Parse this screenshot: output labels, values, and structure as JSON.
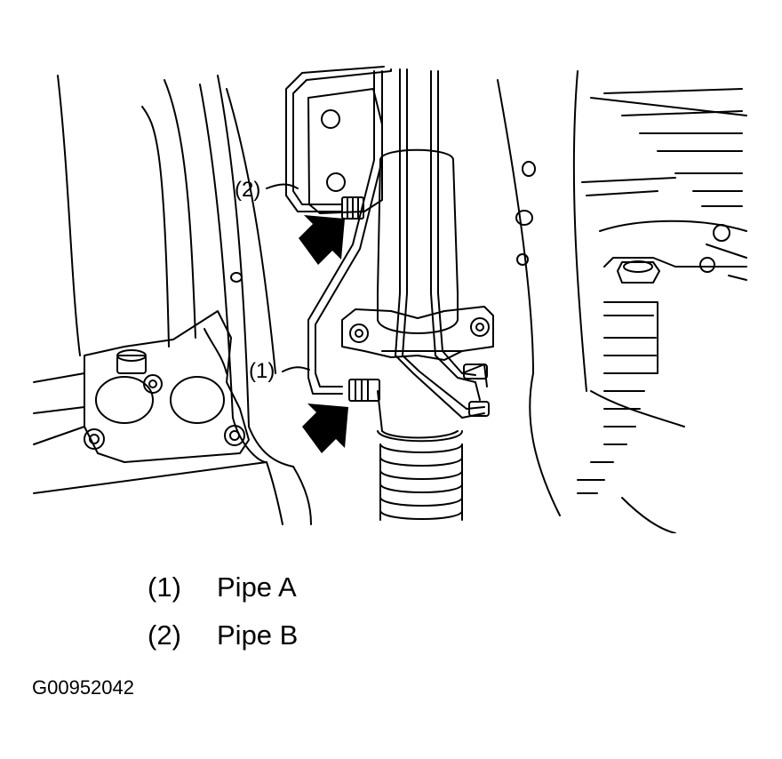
{
  "callouts": [
    {
      "marker": "(2)"
    },
    {
      "marker": "(1)"
    }
  ],
  "legend": [
    {
      "marker": "(1)",
      "label": "Pipe A"
    },
    {
      "marker": "(2)",
      "label": "Pipe B"
    }
  ],
  "figure_id": "G00952042",
  "colors": {
    "line": "#000000",
    "background": "#ffffff"
  }
}
